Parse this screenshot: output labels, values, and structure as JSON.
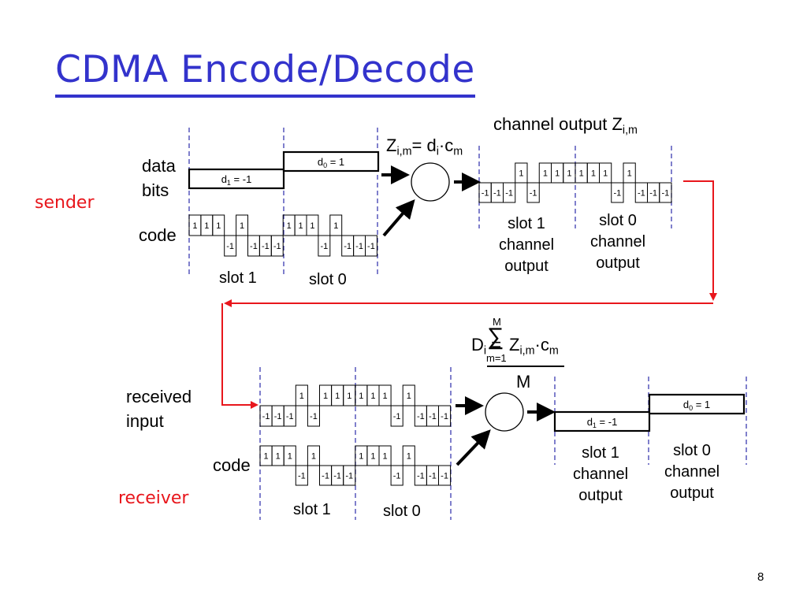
{
  "slide": {
    "title": "CDMA Encode/Decode",
    "page_number": "8"
  },
  "sender": {
    "role_label": "sender",
    "data_bits_label_line1": "data",
    "data_bits_label_line2": "bits",
    "code_label": "code",
    "data_bits": [
      {
        "name": "d",
        "index": "1",
        "value": "-1",
        "bit": -1
      },
      {
        "name": "d",
        "index": "0",
        "value": "1",
        "bit": 1
      }
    ],
    "code": [
      1,
      1,
      1,
      -1,
      1,
      -1,
      -1,
      -1
    ],
    "slot_labels": [
      "slot 1",
      "slot 0"
    ],
    "encode_formula": {
      "lhs": "Z",
      "lhs_sub": "i,m",
      "eq": "= d",
      "d_sub": "i",
      "dot": "·c",
      "c_sub": "m"
    }
  },
  "channel": {
    "title": "channel output Z",
    "title_sub": "i,m",
    "output": [
      -1,
      -1,
      -1,
      1,
      -1,
      1,
      1,
      1,
      1,
      1,
      1,
      -1,
      1,
      -1,
      -1,
      -1
    ],
    "slot_labels": [
      {
        "line1": "slot 1",
        "line2": "channel",
        "line3": "output"
      },
      {
        "line1": "slot 0",
        "line2": "channel",
        "line3": "output"
      }
    ]
  },
  "receiver": {
    "role_label": "receiver",
    "received_label_line1": "received",
    "received_label_line2": "input",
    "code_label": "code",
    "received": [
      -1,
      -1,
      -1,
      1,
      -1,
      1,
      1,
      1,
      1,
      1,
      1,
      -1,
      1,
      -1,
      -1,
      -1
    ],
    "code": [
      1,
      1,
      1,
      -1,
      1,
      -1,
      -1,
      -1
    ],
    "slot_labels": [
      "slot 1",
      "slot 0"
    ],
    "decode_formula": {
      "lhs": "D",
      "lhs_sub": "i",
      "eq": " = ",
      "sum_top": "M",
      "sum_bottom": "m=1",
      "term": "Z",
      "term_sub": "i,m",
      "dot": "·c",
      "c_sub": "m",
      "denominator": "M"
    },
    "decoded_bits": [
      {
        "name": "d",
        "index": "1",
        "value": "-1",
        "bit": -1
      },
      {
        "name": "d",
        "index": "0",
        "value": "1",
        "bit": 1
      }
    ],
    "output_slot_labels": [
      {
        "line1": "slot 1",
        "line2": "channel",
        "line3": "output"
      },
      {
        "line1": "slot 0",
        "line2": "channel",
        "line3": "output"
      }
    ]
  },
  "colors": {
    "title": "#3333cc",
    "role_text": "#e8161c",
    "flow_arrow": "#e8161c",
    "slot_divider": "#3b3bb0",
    "waveform": "#000000"
  }
}
